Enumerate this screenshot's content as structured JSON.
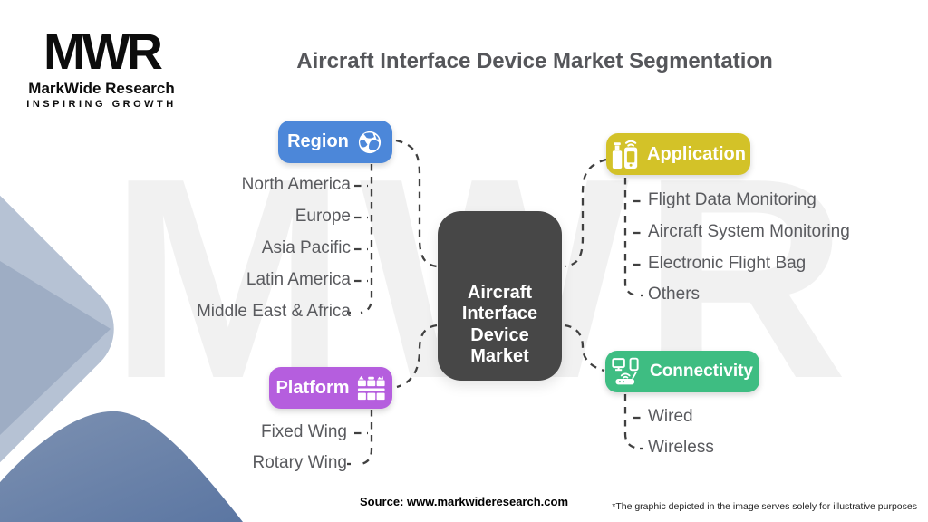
{
  "logo": {
    "mark": "MWR",
    "name": "MarkWide Research",
    "tagline": "INSPIRING GROWTH"
  },
  "title": "Aircraft Interface Device Market Segmentation",
  "watermark": "MWR",
  "center_node": {
    "label": "Aircraft\nInterface\nDevice\nMarket",
    "bg": "#474747"
  },
  "branches": {
    "region": {
      "label": "Region",
      "color": "#4c87d9",
      "icon": "globe-icon",
      "items": [
        "North America",
        "Europe",
        "Asia Pacific",
        "Latin America",
        "Middle East & Africa"
      ]
    },
    "application": {
      "label": "Application",
      "color": "#d3c228",
      "icon": "smart-device-icon",
      "items": [
        "Flight Data Monitoring",
        "Aircraft System Monitoring",
        "Electronic Flight Bag",
        "Others"
      ]
    },
    "platform": {
      "label": "Platform",
      "color": "#b55ede",
      "icon": "platform-grid-icon",
      "items": [
        "Fixed Wing",
        "Rotary Wing"
      ]
    },
    "connectivity": {
      "label": "Connectivity",
      "color": "#3ebd82",
      "icon": "network-devices-icon",
      "items": [
        "Wired",
        "Wireless"
      ]
    }
  },
  "footer": {
    "source": "Source: www.markwideresearch.com",
    "disclaimer": "*The graphic depicted in the image serves solely for illustrative purposes"
  }
}
